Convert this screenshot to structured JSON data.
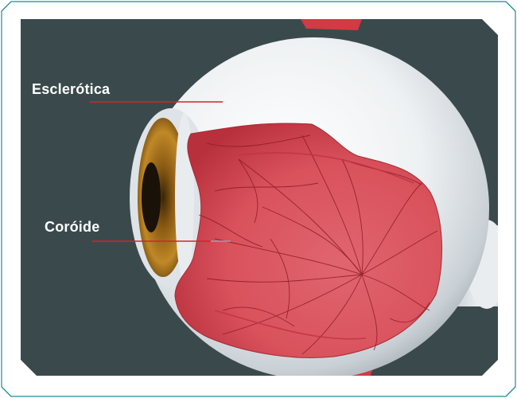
{
  "diagram": {
    "labels": [
      {
        "id": "esclerotica",
        "text": "Esclerótica"
      },
      {
        "id": "coroide",
        "text": "Coróide"
      }
    ]
  },
  "colors": {
    "background": "#3a4a4c",
    "frame": "#1e8a94",
    "sclera": "#eef1f3",
    "choroid": "#d9525c",
    "vessels": "#8a1a24",
    "iris": "#b97a20",
    "pupil": "#1a1208",
    "leader_line": "#d4232f"
  }
}
